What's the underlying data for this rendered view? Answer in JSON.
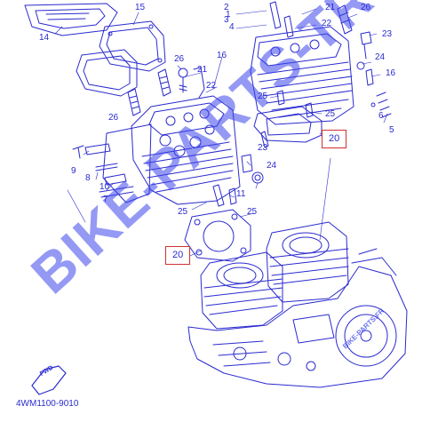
{
  "diagram": {
    "part_code": "4WM1100-9010",
    "fwd_label": "FWD",
    "watermark": "BIKE-PARTS-TR",
    "watermark_small": "BIKE-PARTS.FR",
    "line_color": "#2a2ad0",
    "box_color": "#d03030"
  },
  "callouts": {
    "n1": "1",
    "n2": "2",
    "n3": "3",
    "n4": "4",
    "n5": "5",
    "n6": "6",
    "n7": "7",
    "n8": "8",
    "n9": "9",
    "n10": "10",
    "n11": "11",
    "n14": "14",
    "n15": "15",
    "n16a": "16",
    "n16b": "16",
    "n21a": "21",
    "n21b": "21",
    "n22a": "22",
    "n22b": "22",
    "n23a": "23",
    "n23b": "23",
    "n24a": "24",
    "n24b": "24",
    "n25a": "25",
    "n25b": "25",
    "n25c": "25",
    "n25d": "25",
    "n26a": "26",
    "n26b": "26",
    "n26c": "26",
    "n20a": "20",
    "n20b": "20"
  }
}
